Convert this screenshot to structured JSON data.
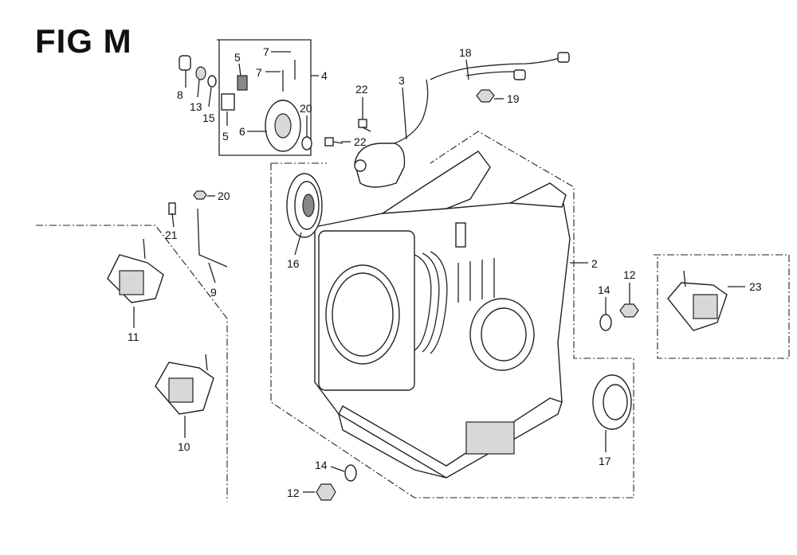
{
  "title": "FIG M",
  "callouts": {
    "c2": "2",
    "c3": "3",
    "c4": "4",
    "c5a": "5",
    "c5b": "5",
    "c6": "6",
    "c7a": "7",
    "c7b": "7",
    "c8": "8",
    "c9": "9",
    "c10": "10",
    "c11": "11",
    "c12a": "12",
    "c12b": "12",
    "c13": "13",
    "c14a": "14",
    "c14b": "14",
    "c15": "15",
    "c16": "16",
    "c17": "17",
    "c18": "18",
    "c19": "19",
    "c20a": "20",
    "c20b": "20",
    "c21": "21",
    "c22a": "22",
    "c22b": "22",
    "c23": "23"
  }
}
